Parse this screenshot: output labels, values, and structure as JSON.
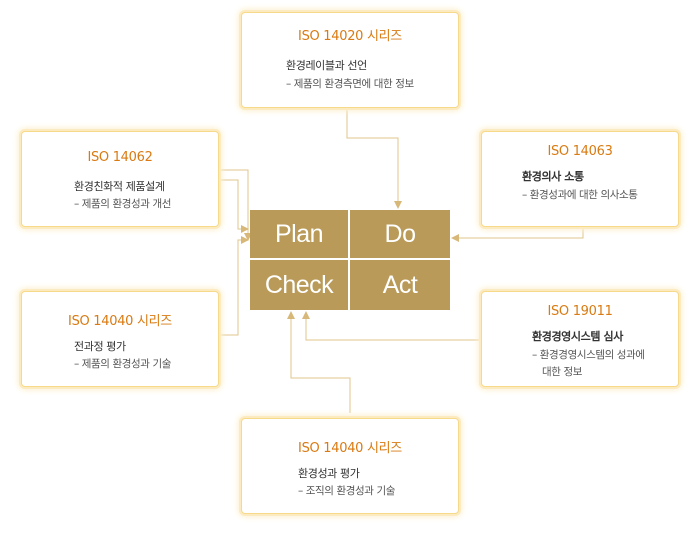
{
  "boxes": {
    "top": {
      "title": "ISO 14020 시리즈",
      "main": "환경레이블과 선언",
      "sub": "– 제품의 환경측면에 대한 정보"
    },
    "left1": {
      "title": "ISO 14062",
      "main": "환경친화적 제품설계",
      "sub": "– 제품의 환경성과 개선"
    },
    "left2": {
      "title": "ISO 14040 시리즈",
      "main": "전과정 평가",
      "sub": "– 제품의 환경성과 기술"
    },
    "right1": {
      "title": "ISO 14063",
      "main": "환경의사 소통",
      "sub": "– 환경성과에 대한 의사소통"
    },
    "right2": {
      "title": "ISO 19011",
      "main": "환경경영시스템 심사",
      "sub": "– 환경경영시스템의 성과에",
      "sub2": "대한 정보"
    },
    "bottom": {
      "title": "ISO 14040 시리즈",
      "main": "환경성과 평가",
      "sub": "– 조직의 환경성과 기술"
    }
  },
  "pdca": {
    "plan": "Plan",
    "do": "Do",
    "check": "Check",
    "act": "Act"
  },
  "colors": {
    "cell": "#b99a58",
    "title": "#d97a12",
    "connector": "#e0c48a",
    "box_border": "#f7d98a"
  }
}
